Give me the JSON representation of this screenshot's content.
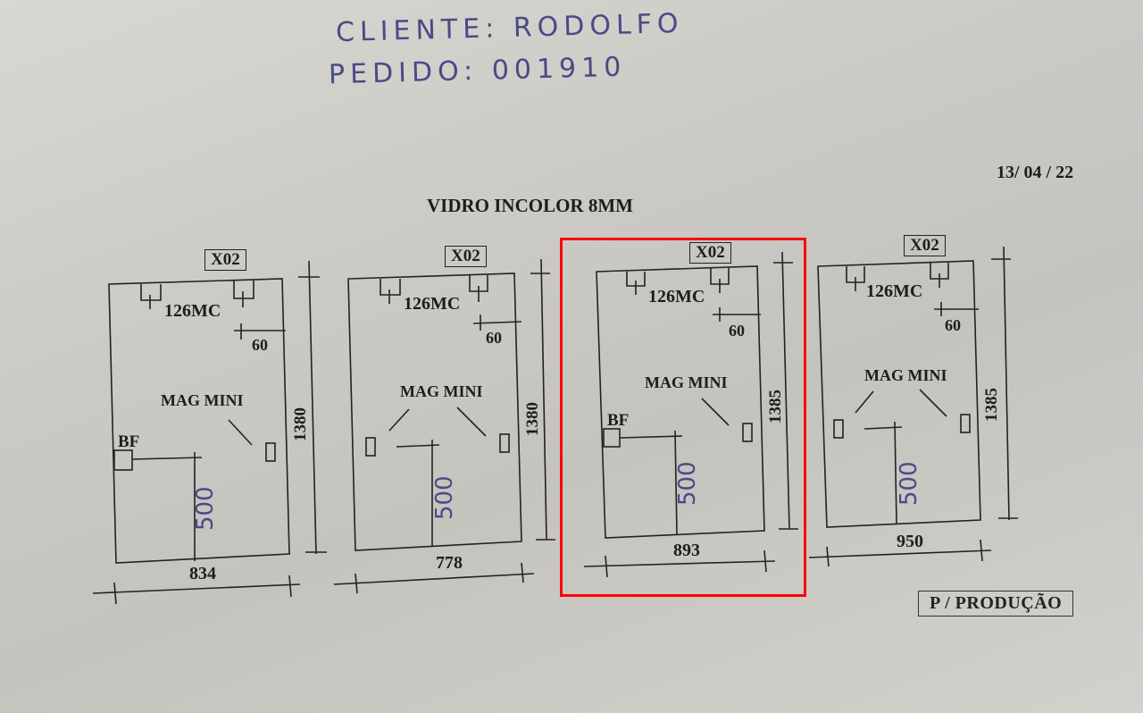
{
  "header": {
    "client_line": "CLIENTE: RODOLFO",
    "order_line": "PEDIDO: 001910",
    "date": "13/ 04 / 22",
    "title": "VIDRO INCOLOR 8MM",
    "stamp": "P / PRODUÇÃO"
  },
  "panels": [
    {
      "qty": "X02",
      "hardware_top": "126MC",
      "offset": "60",
      "lock": "MAG MINI",
      "bf": "BF",
      "handle": "500",
      "width": "834",
      "height": "1380"
    },
    {
      "qty": "X02",
      "hardware_top": "126MC",
      "offset": "60",
      "lock": "MAG MINI",
      "bf": "",
      "handle": "500",
      "width": "778",
      "height": "1380"
    },
    {
      "qty": "X02",
      "hardware_top": "126MC",
      "offset": "60",
      "lock": "MAG MINI",
      "bf": "BF",
      "handle": "500",
      "width": "893",
      "height": "1385"
    },
    {
      "qty": "X02",
      "hardware_top": "126MC",
      "offset": "60",
      "lock": "MAG MINI",
      "bf": "",
      "handle": "500",
      "width": "950",
      "height": "1385"
    }
  ],
  "colors": {
    "ink": "#1d1d1d",
    "pen": "#4a4a86",
    "highlight": "#ff0000",
    "paper": "#d0cfca"
  }
}
